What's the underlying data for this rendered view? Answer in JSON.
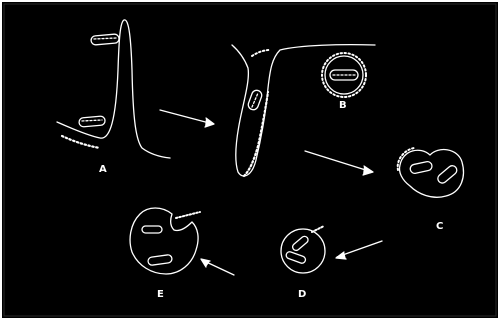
{
  "figure": {
    "panels": [
      {
        "label": "A"
      },
      {
        "label": "B"
      },
      {
        "label": "C"
      },
      {
        "label": "D"
      },
      {
        "label": "E"
      }
    ],
    "colors": {
      "background": "#000000",
      "lines": "#ffffff",
      "frame": "#ffffff"
    }
  }
}
